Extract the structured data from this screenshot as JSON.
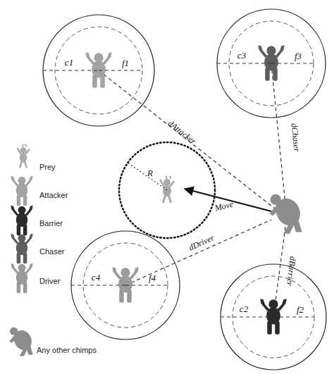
{
  "diagram": {
    "nodes": [
      {
        "text": [
          "c1",
          "f1"
        ]
      },
      {
        "text": [
          "c3",
          "f3"
        ]
      },
      {
        "text": [
          "R"
        ]
      },
      {
        "text": [
          "c4",
          "f4"
        ]
      },
      {
        "text": [
          "c2",
          "f2"
        ]
      }
    ],
    "labels": [
      "dAttacker",
      "dChaser",
      "Move",
      "dDriver",
      "dBarrier"
    ],
    "legend": [
      {
        "text": "Prey"
      },
      {
        "text": "Attacker"
      },
      {
        "text": "Barrier"
      },
      {
        "text": "Chaser"
      },
      {
        "text": "Driver"
      },
      {
        "text": "Any other chimps"
      }
    ]
  }
}
